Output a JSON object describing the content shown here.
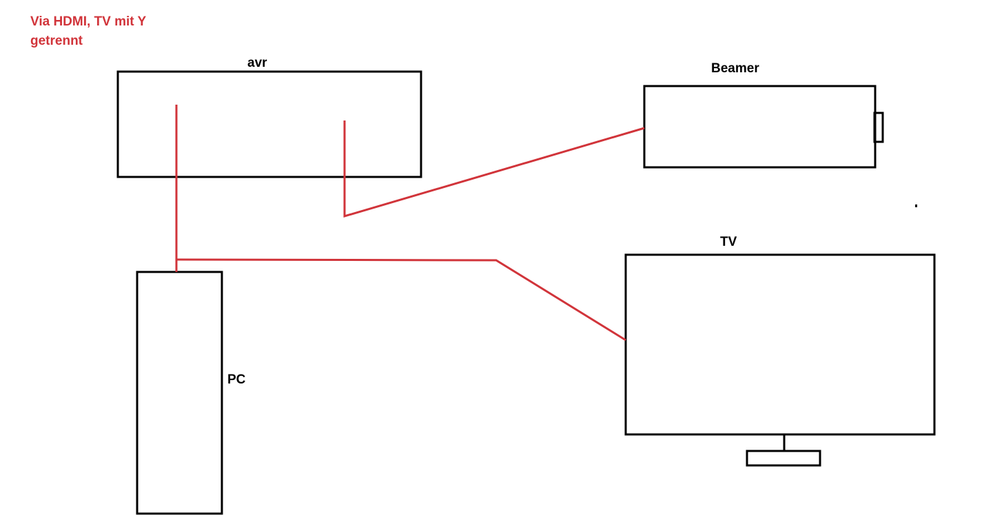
{
  "caption": {
    "line1": "Via HDMI, TV mit Y",
    "line2": "getrennt"
  },
  "devices": {
    "avr": "avr",
    "beamer": "Beamer",
    "tv": "TV",
    "pc": "PC"
  },
  "colors": {
    "cable": "#d1343a",
    "outline": "#000000",
    "caption": "#d1343a"
  }
}
